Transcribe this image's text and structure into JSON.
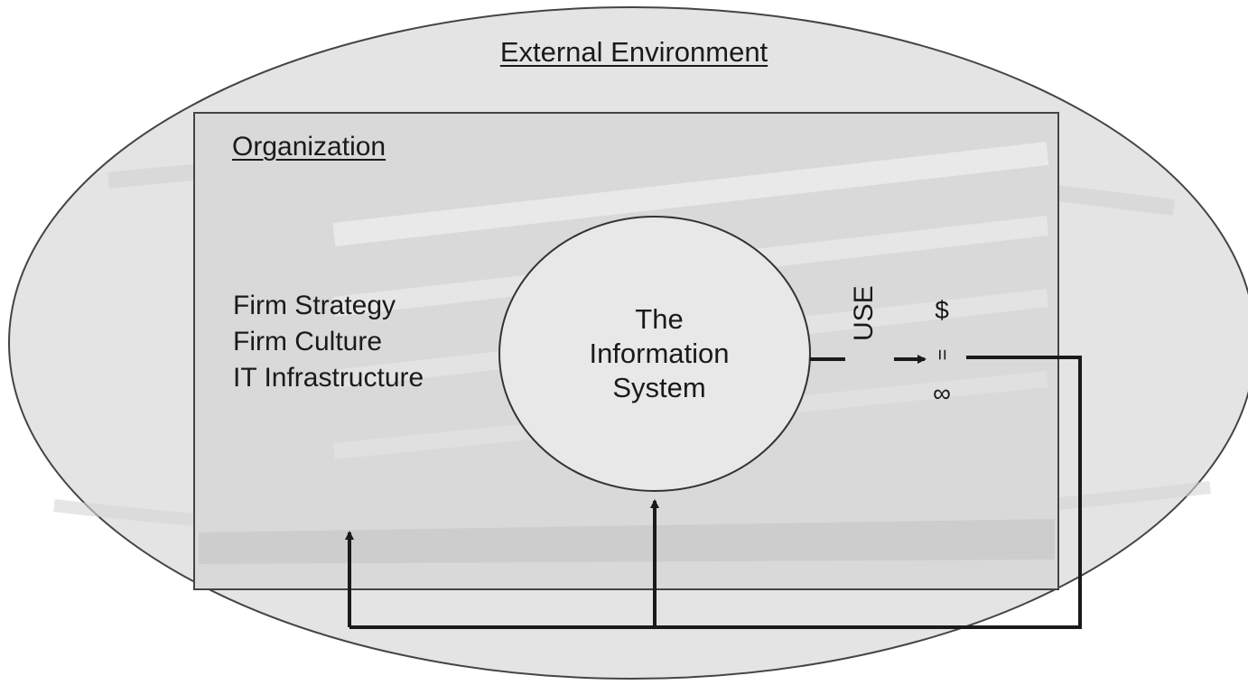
{
  "diagram": {
    "environment": {
      "title": "External Environment"
    },
    "organization": {
      "title": "Organization",
      "factors": [
        "Firm Strategy",
        "Firm Culture",
        "IT Infrastructure"
      ]
    },
    "information_system": {
      "lines": [
        "The",
        "Information",
        "System"
      ]
    },
    "use_label": "USE",
    "outcomes": [
      "$",
      "=",
      "∞"
    ],
    "colors": {
      "ellipse_fill": "#e4e4e4",
      "rect_fill": "#d9d9d9",
      "line": "#1a1a1a",
      "circle_fill": "#e8e8e8"
    }
  }
}
